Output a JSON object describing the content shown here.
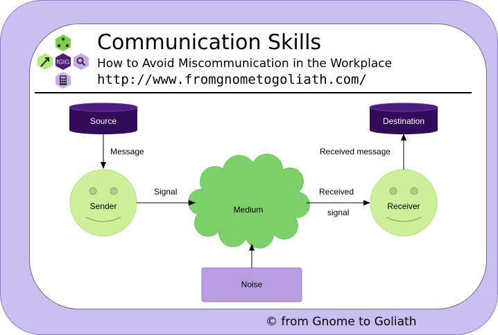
{
  "header": {
    "title": "Communication Skills",
    "subtitle": "How to Avoid Miscommunication in the Workplace",
    "url": "http://www.fromgnometogoliath.com/",
    "logo_text": "fGtG"
  },
  "nodes": {
    "source": "Source",
    "destination": "Destination",
    "sender": "Sender",
    "receiver": "Receiver",
    "medium": "Medium",
    "noise": "Noise"
  },
  "edges": {
    "message": "Message",
    "signal": "Signal",
    "received_signal_line1": "Received",
    "received_signal_line2": "signal",
    "received_message": "Received message"
  },
  "footer": "© from Gnome to Goliath",
  "colors": {
    "frame": "#cbbff2",
    "cylinder": "#330a5c",
    "face": "#ccf09a",
    "cloud": "#7dd16b",
    "noise_box": "#b89ee0",
    "logo_green": "#7dcf4a",
    "logo_purple": "#c7a8ea",
    "logo_dark": "#4a1d6e"
  }
}
